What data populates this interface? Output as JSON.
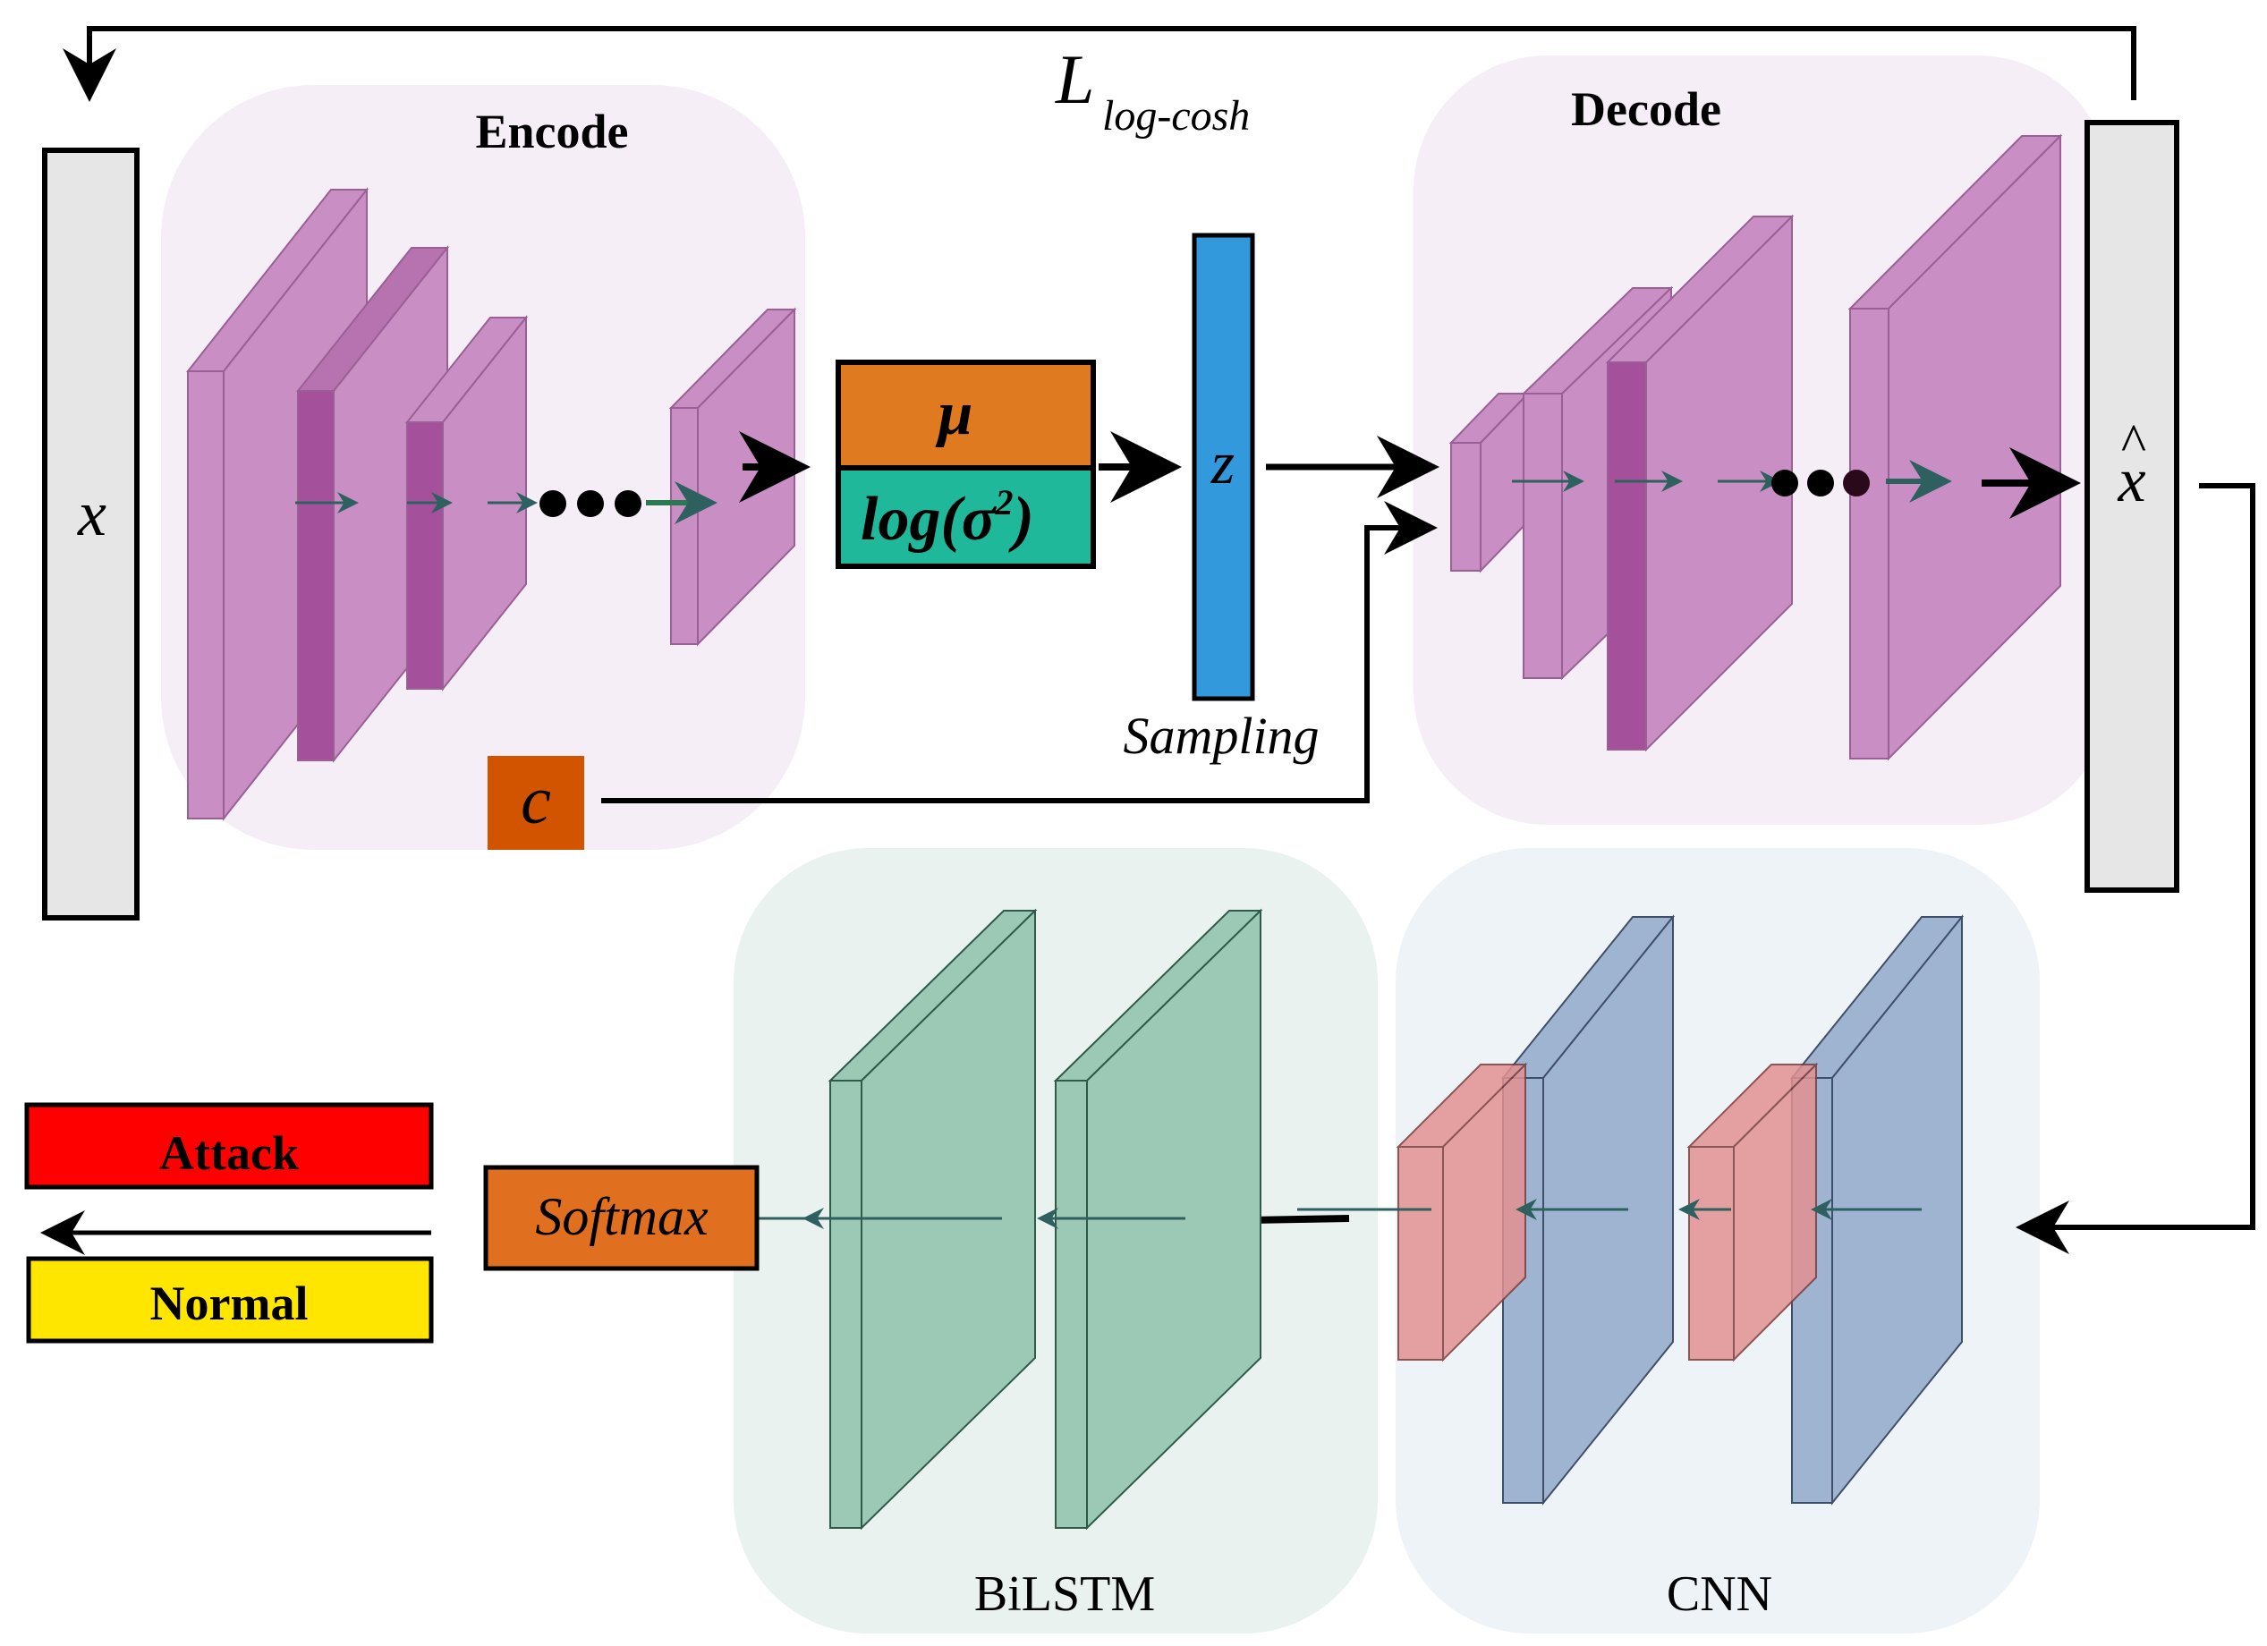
{
  "title": {
    "loss_main": "L",
    "loss_sub": "log-cosh"
  },
  "encoder": {
    "label": "Encode"
  },
  "decoder": {
    "label": "Decode"
  },
  "input": {
    "label": "x"
  },
  "output": {
    "label": "x",
    "accent": "^"
  },
  "latent": {
    "mu_label": "μ",
    "logvar_label": "log(σ",
    "logvar_sup": "2",
    "logvar_close": ")",
    "z_label": "z",
    "sampling_label": "Sampling"
  },
  "condition": {
    "label": "c"
  },
  "cnn": {
    "label": "CNN"
  },
  "bilstm": {
    "label": "BiLSTM"
  },
  "softmax": {
    "label": "Softmax"
  },
  "classes": {
    "attack": "Attack",
    "normal": "Normal"
  },
  "colors": {
    "encoder_bg": "#f6eef6",
    "layer_purple": "#c98fc4",
    "layer_dark_purple": "#a4509a",
    "mu_orange": "#e07a20",
    "logvar_teal": "#1fb89a",
    "z_blue": "#3399dd",
    "condition_orange": "#d35400",
    "cnn_bg": "#eef3f7",
    "cnn_blue": "#9fb4d0",
    "cnn_red": "#e39191",
    "bilstm_bg": "#e9f2ef",
    "bilstm_green": "#9cc8b6",
    "softmax_orange": "#e07020",
    "attack_red": "#ff0000",
    "normal_yellow": "#ffe600",
    "input_gray": "#e6e6e6"
  }
}
